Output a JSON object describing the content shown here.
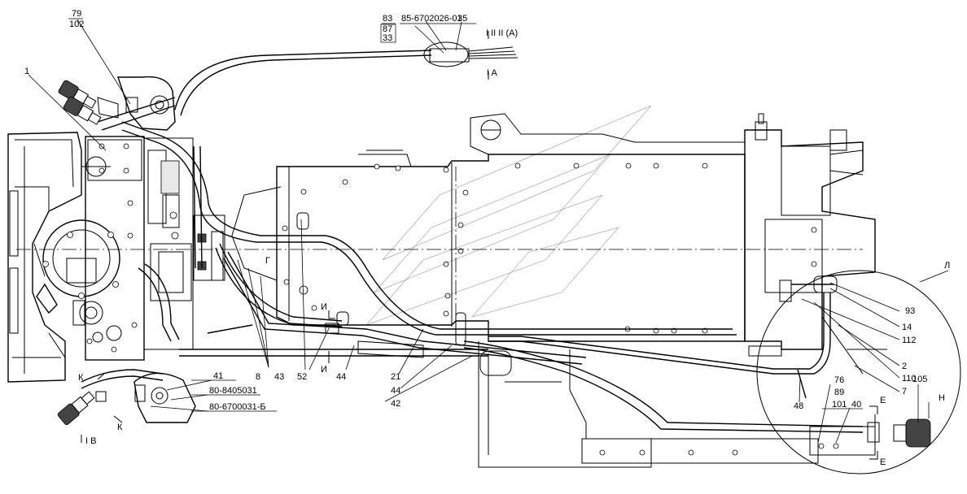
{
  "labels": {
    "l79": "79",
    "l102": "102",
    "l1": "1",
    "l83": "83",
    "l87": "87",
    "l33": "33",
    "partA": "85-6702026-01",
    "l35": "35",
    "viewIIIA": "I II II (A)",
    "viewIA": "I A",
    "gamma": "Г",
    "lambda": "Л",
    "l93": "93",
    "l14": "14",
    "l112": "112",
    "l2": "2",
    "l110": "110",
    "l7": "7",
    "l105": "105",
    "en": "Н",
    "e1": "Е",
    "e2": "Е",
    "l76": "76",
    "l89": "89",
    "l101": "101",
    "l40": "40",
    "l48": "48",
    "i1": "И",
    "i2": "И",
    "l52": "52",
    "l44a": "44",
    "l21": "21",
    "l44b": "44",
    "l42": "42",
    "l43": "43",
    "l8": "8",
    "l41": "41",
    "partB": "80-8405031",
    "partC": "80-6700031-Б",
    "k1": "К",
    "k2": "К",
    "viewIB": "I В"
  }
}
